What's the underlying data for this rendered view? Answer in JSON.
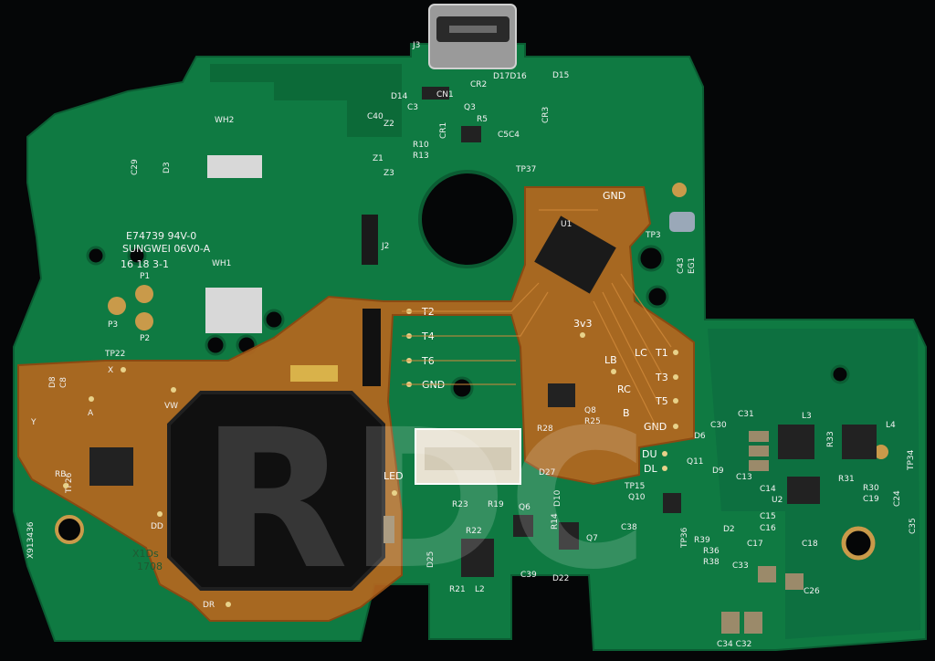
{
  "silkscreen": {
    "marking_1": "E74739 94V-0",
    "marking_2": "SUNGWEI 06V0-A",
    "date_code": "16 18 3-1",
    "serial": "X913436",
    "wh1": "WH1",
    "wh2": "WH2",
    "p1": "P1",
    "p2": "P2",
    "p3": "P3",
    "j2": "J2",
    "j3": "J3",
    "u1": "U1",
    "u2": "U2",
    "l2": "L2",
    "l3": "L3",
    "l4": "L4",
    "tp3": "TP3",
    "tp22": "TP22",
    "tp26": "TP26",
    "tp34": "TP34",
    "tp37": "TP37",
    "tp15": "TP15",
    "tp36": "TP36",
    "eg1": "EG1",
    "c43": "C43",
    "c29": "C29",
    "d3": "D3",
    "cn1": "CN1",
    "cr1": "CR1",
    "cr2": "CR2",
    "cr3": "CR3",
    "d14": "D14",
    "d15": "D15",
    "d16": "D17D16",
    "c40": "C40",
    "c3": "C3",
    "r10": "R10",
    "r13": "R13",
    "r5": "R5",
    "q3": "Q3",
    "c5c4": "C5C4",
    "c30": "C30",
    "c31": "C31",
    "r33": "R33",
    "d6": "D6",
    "q11": "Q11",
    "d9": "D9",
    "c13": "C13",
    "c14": "C14",
    "r31": "R31",
    "r30": "R30",
    "c19": "C19",
    "c24": "C24",
    "c35": "C35",
    "c15": "C15",
    "c16": "C16",
    "c18": "C18",
    "c17": "C17",
    "c33": "C33",
    "c26": "C26",
    "c34c32": "C34 C32",
    "d2": "D2",
    "r39": "R39",
    "r36": "R36",
    "r38": "R38",
    "q10": "Q10",
    "c38": "C38",
    "d27": "D27",
    "d10": "D10",
    "r14": "R14",
    "q6": "Q6",
    "q7": "Q7",
    "d22": "D22",
    "c39": "C39",
    "r21": "R21",
    "d25": "D25",
    "r22": "R22",
    "r23": "R23",
    "r19": "R19",
    "c8": "C8",
    "q8": "Q8",
    "r25": "R25",
    "r28": "R28",
    "d8": "D8",
    "z1": "Z1",
    "z2": "Z2",
    "z3": "Z3",
    "x1ds": "X1Ds",
    "x1ds_num": "1708"
  },
  "flex_labels": {
    "t2": "T2",
    "t4": "T4",
    "t6": "T6",
    "gnd_left": "GND",
    "v3v3": "3v3",
    "lb": "LB",
    "lc": "LC",
    "t1": "T1",
    "t3": "T3",
    "rc": "RC",
    "t5": "T5",
    "b": "B",
    "gnd_right": "GND",
    "du": "DU",
    "dl": "DL",
    "gnd_top": "GND",
    "x": "X",
    "y": "Y",
    "a": "A",
    "vw": "VW",
    "rb": "RB",
    "dd": "DD",
    "dr": "DR",
    "led": "LED"
  },
  "watermark": "RDC",
  "colors": {
    "board_green": "#0f7a42",
    "board_dark": "#0a5a30",
    "flex_orange": "#b4661e",
    "pad_gold": "#c99a4a",
    "background": "#050607"
  }
}
